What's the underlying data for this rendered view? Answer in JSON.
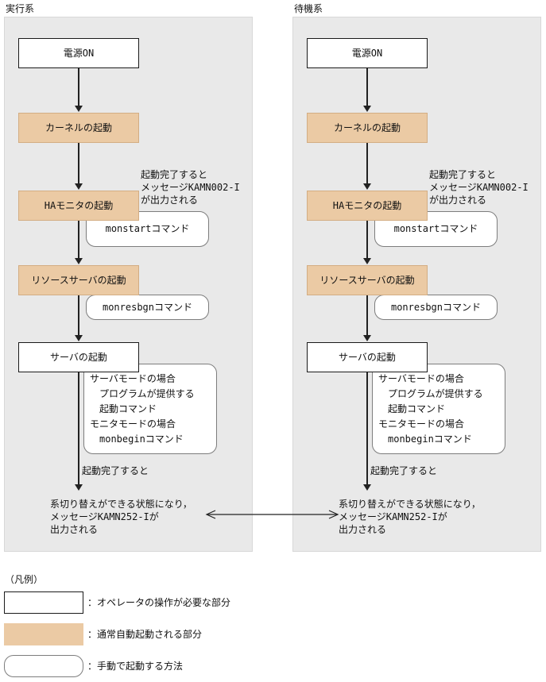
{
  "diagram": {
    "columns": [
      {
        "title": "実行系",
        "power_on": "電源ON",
        "kernel": "カーネルの起動",
        "ha_monitor": "HAモニタの起動",
        "ha_note": [
          "起動完了すると",
          "メッセージKAMN002-I",
          "が出力される"
        ],
        "monstart": "monstartコマンド",
        "resource_server": "リソースサーバの起動",
        "monresbgn": "monresbgnコマンド",
        "server": "サーバの起動",
        "server_note": [
          "サーバモードの場合",
          "　プログラムが提供する",
          "　起動コマンド",
          "モニタモードの場合",
          "　monbeginコマンド"
        ],
        "complete": "起動完了すると",
        "ready_note": [
          "系切り替えができる状態になり，",
          "メッセージKAMN252-Iが",
          "出力される"
        ]
      },
      {
        "title": "待機系",
        "power_on": "電源ON",
        "kernel": "カーネルの起動",
        "ha_monitor": "HAモニタの起動",
        "ha_note": [
          "起動完了すると",
          "メッセージKAMN002-I",
          "が出力される"
        ],
        "monstart": "monstartコマンド",
        "resource_server": "リソースサーバの起動",
        "monresbgn": "monresbgnコマンド",
        "server": "サーバの起動",
        "server_note": [
          "サーバモードの場合",
          "　プログラムが提供する",
          "　起動コマンド",
          "モニタモードの場合",
          "　monbeginコマンド"
        ],
        "complete": "起動完了すると",
        "ready_note": [
          "系切り替えができる状態になり，",
          "メッセージKAMN252-Iが",
          "出力される"
        ]
      }
    ],
    "legend": {
      "title": "（凡例）",
      "items": [
        {
          "label": "：オペレータの操作が必要な部分",
          "swatch": "operator-box"
        },
        {
          "label": "：通常自動起動される部分",
          "swatch": "auto-start-box"
        },
        {
          "label": "：手動で起動する方法",
          "swatch": "manual-command-box"
        }
      ]
    },
    "colors": {
      "auto_start_fill": "#ebcaa4",
      "auto_start_border": "#d3ad83",
      "panel_bg": "#e9e9e9",
      "arrow": "#222222"
    }
  }
}
